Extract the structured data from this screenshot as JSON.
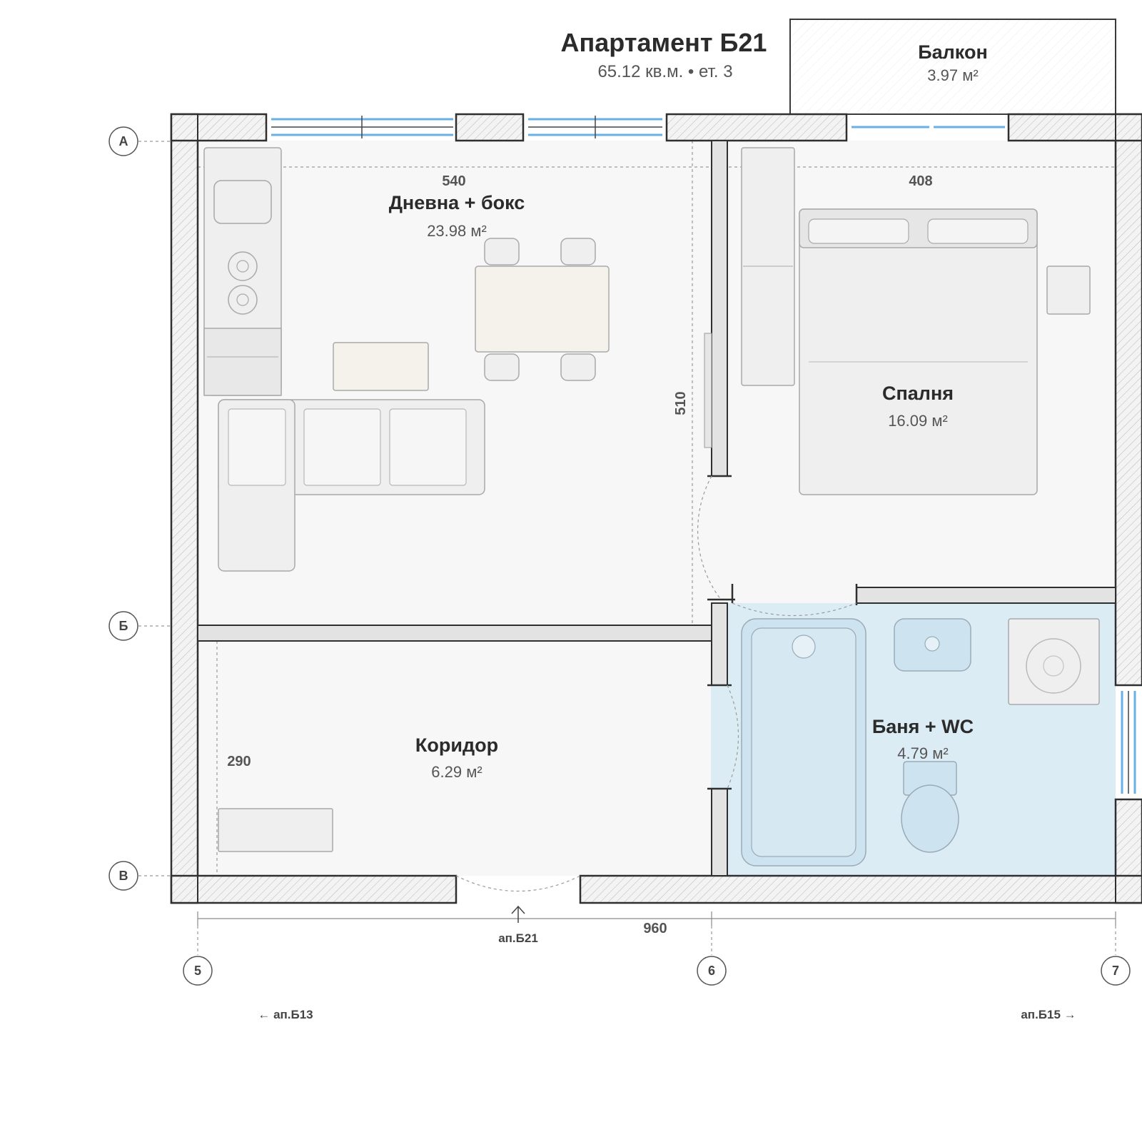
{
  "header": {
    "title": "Апартамент Б21",
    "subtitle": "65.12 кв.м. • ет. 3"
  },
  "rooms": [
    {
      "id": "living",
      "name": "Дневна + бокс",
      "area": "23.98 м²"
    },
    {
      "id": "bedroom",
      "name": "Спалня",
      "area": "16.09 м²"
    },
    {
      "id": "corridor",
      "name": "Коридор",
      "area": "6.29 м²"
    },
    {
      "id": "bath",
      "name": "Баня + WC",
      "area": "4.79 м²"
    },
    {
      "id": "balcony",
      "name": "Балкон",
      "area": "3.97 м²"
    }
  ],
  "dimensions": {
    "living_width": "540",
    "bedroom_width": "408",
    "living_depth": "510",
    "corridor_depth": "290",
    "total_width": "960"
  },
  "axes": {
    "rows": [
      "А",
      "Б",
      "В"
    ],
    "cols": [
      "5",
      "6",
      "7"
    ]
  },
  "labels": {
    "entrance": "ап.Б21",
    "left_neighbor": "← ап.Б13",
    "right_neighbor": "ап.Б15 →"
  },
  "colors": {
    "bath_fill": "#dcecf5",
    "glass": "#6ab0e4",
    "floor": "#f7f7f7",
    "wall_stroke": "#2f2f2f"
  }
}
